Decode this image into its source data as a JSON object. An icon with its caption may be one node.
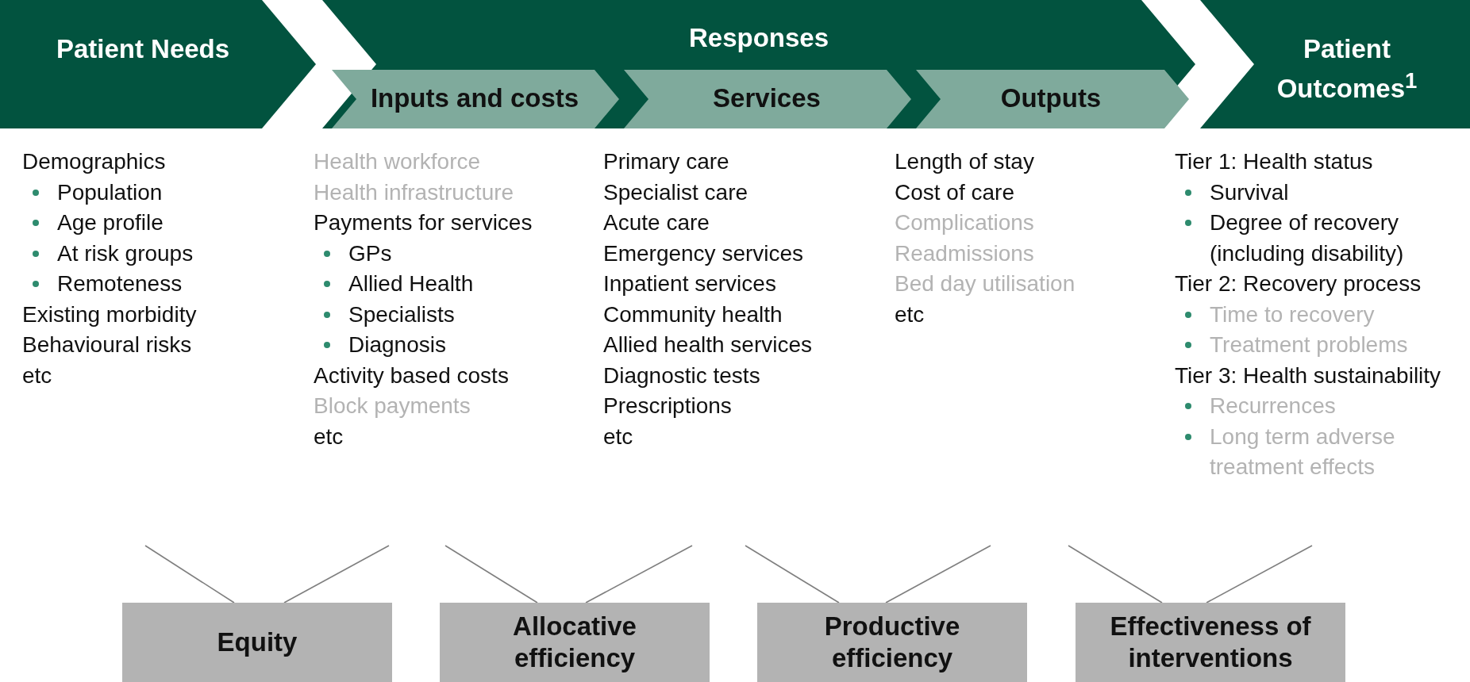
{
  "diagram": {
    "nodes": [
      {
        "text": [
          "Patient Needs"
        ]
      },
      {
        "text": [
          "Responses"
        ]
      },
      {
        "text": [
          "Inputs and costs"
        ],
        "in": 1
      },
      {
        "text": [
          "Services"
        ],
        "in": 1
      },
      {
        "text": [
          "Outputs"
        ],
        "in": 1
      },
      {
        "text": [
          "Patient Outcomes$^{1}$"
        ]
      },
      {
        "text": [
          "Demographics",
          "Population",
          "Age profile",
          "At risk groups",
          "Remoteness",
          "Existing morbidity",
          "Behavioural risks",
          "etc"
        ]
      },
      {
        "text": [
          "Health workforce",
          "Health infrastructure",
          "Payments for services",
          "GPs",
          "Allied Health",
          "Specialists",
          "Diagnosis",
          "Activity based costs",
          "Block payments",
          "etc"
        ]
      },
      {
        "text": [
          "Primary care",
          "Specialist care",
          "Acute care",
          "Emergency services",
          "Inpatient services",
          "Community health",
          "Allied health services",
          "Diagnostic tests",
          "Prescriptions",
          "etc"
        ]
      },
      {
        "text": [
          "Length of stay",
          "Cost of care",
          "Complications",
          "Readmissions",
          "Bed day utilisation",
          "etc"
        ]
      },
      {
        "text": [
          "Tier 1: Health status",
          "Survival",
          "Degree of recovery (including disability)",
          "Tier 2: Recovery process",
          "Time to recovery",
          "Treatment problems",
          "Tier 3: Health sustainability",
          "Recurrences",
          "Long term adverse treatment effects"
        ]
      },
      {
        "text": [
          "Equity"
        ]
      },
      {
        "text": [
          "Allocative efficiency"
        ]
      },
      {
        "text": [
          "Productive efficiency"
        ]
      },
      {
        "text": [
          "Effectiveness of interventions"
        ]
      }
    ],
    "edges": [
      {
        "from": 11,
        "to": null,
        "arrow": "none"
      },
      {
        "from": 11,
        "to": null,
        "arrow": "none"
      },
      {
        "from": 12,
        "to": null,
        "arrow": "none"
      },
      {
        "from": 12,
        "to": null,
        "arrow": "none"
      },
      {
        "from": 13,
        "to": null,
        "arrow": "none"
      },
      {
        "from": 13,
        "to": null,
        "arrow": "none"
      },
      {
        "from": 14,
        "to": null,
        "arrow": "none"
      },
      {
        "from": 14,
        "to": null,
        "arrow": "none"
      }
    ]
  }
}
